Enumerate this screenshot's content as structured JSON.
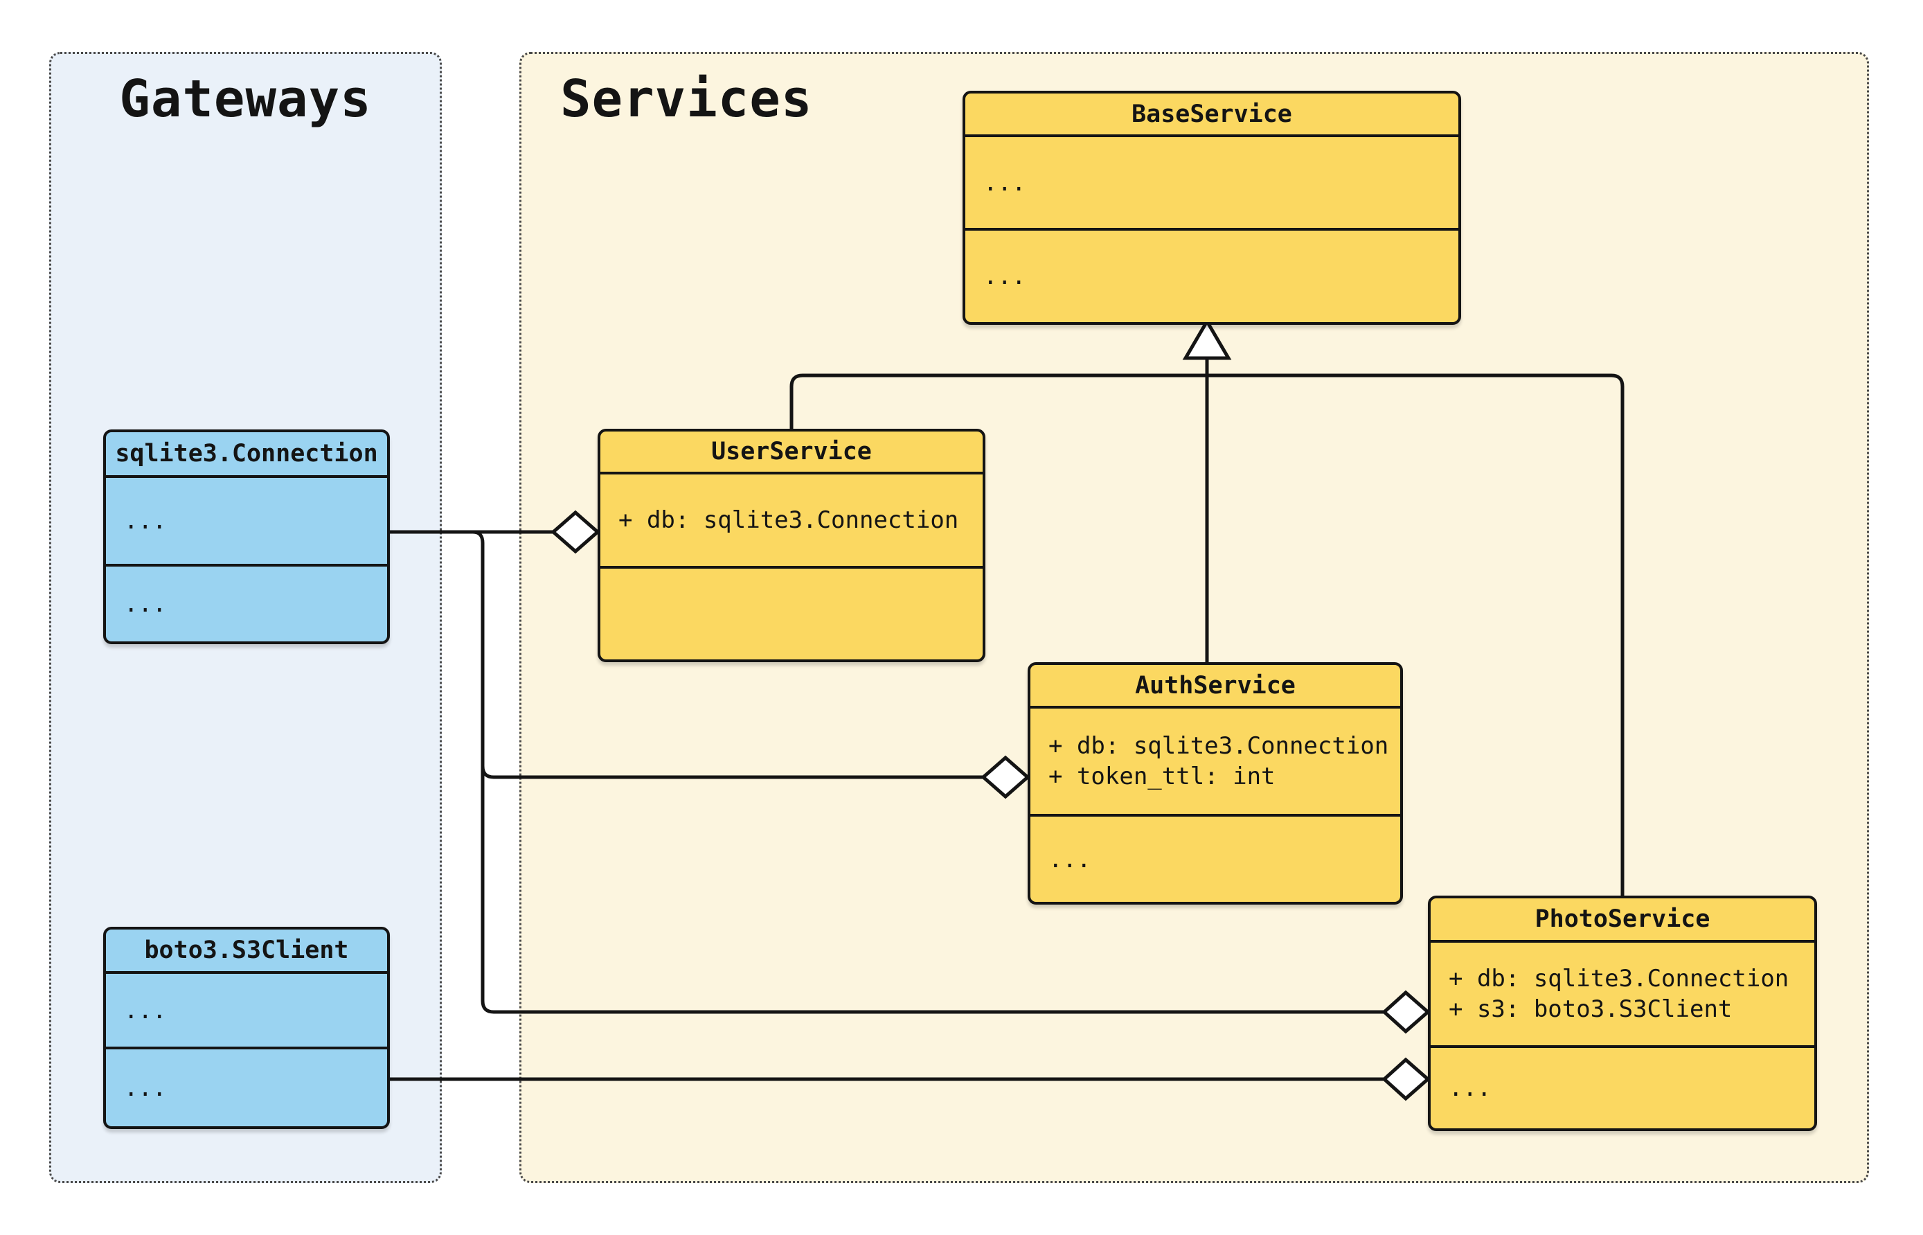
{
  "diagram": {
    "panels": [
      {
        "title": "Gateways",
        "bg": "#EAF1F9"
      },
      {
        "title": "Services",
        "bg": "#FCF5DF"
      }
    ],
    "classes": [
      {
        "name": "sqlite3.Connection",
        "panel": "Gateways",
        "fill": "#9AD3F1",
        "attributes": [
          "..."
        ],
        "methods": [
          "..."
        ]
      },
      {
        "name": "boto3.S3Client",
        "panel": "Gateways",
        "fill": "#9AD3F1",
        "attributes": [
          "..."
        ],
        "methods": [
          "..."
        ]
      },
      {
        "name": "BaseService",
        "panel": "Services",
        "fill": "#FBD861",
        "attributes": [
          "..."
        ],
        "methods": [
          "..."
        ]
      },
      {
        "name": "UserService",
        "panel": "Services",
        "fill": "#FBD861",
        "attributes": [
          "+ db: sqlite3.Connection"
        ],
        "methods": []
      },
      {
        "name": "AuthService",
        "panel": "Services",
        "fill": "#FBD861",
        "attributes": [
          "+ db: sqlite3.Connection",
          "+ token_ttl: int"
        ],
        "methods": [
          "..."
        ]
      },
      {
        "name": "PhotoService",
        "panel": "Services",
        "fill": "#FBD861",
        "attributes": [
          "+ db: sqlite3.Connection",
          "+ s3: boto3.S3Client"
        ],
        "methods": [
          "..."
        ]
      }
    ],
    "relationships": [
      {
        "type": "inheritance",
        "child": "UserService",
        "parent": "BaseService",
        "marker": "hollow-triangle"
      },
      {
        "type": "inheritance",
        "child": "AuthService",
        "parent": "BaseService",
        "marker": "hollow-triangle"
      },
      {
        "type": "inheritance",
        "child": "PhotoService",
        "parent": "BaseService",
        "marker": "hollow-triangle"
      },
      {
        "type": "aggregation",
        "source": "sqlite3.Connection",
        "target": "UserService",
        "marker": "hollow-diamond"
      },
      {
        "type": "aggregation",
        "source": "sqlite3.Connection",
        "target": "AuthService",
        "marker": "hollow-diamond"
      },
      {
        "type": "aggregation",
        "source": "sqlite3.Connection",
        "target": "PhotoService",
        "marker": "hollow-diamond"
      },
      {
        "type": "aggregation",
        "source": "boto3.S3Client",
        "target": "PhotoService",
        "marker": "hollow-diamond"
      }
    ],
    "colors": {
      "line": "#141414",
      "gateway_node": "#9AD3F1",
      "service_node": "#FBD861",
      "gateways_panel_bg": "#EAF1F9",
      "services_panel_bg": "#FCF5DF"
    }
  }
}
